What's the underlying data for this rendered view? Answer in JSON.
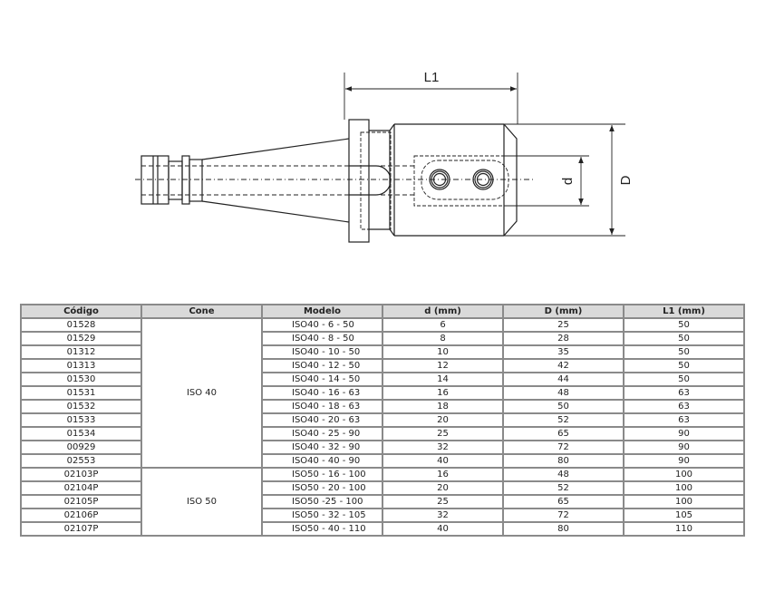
{
  "drawing": {
    "labels": {
      "L1": "L1",
      "d": "d",
      "D": "D"
    }
  },
  "table": {
    "headers": [
      "Código",
      "Cone",
      "Modelo",
      "d (mm)",
      "D (mm)",
      "L1 (mm)"
    ],
    "groups": [
      {
        "cone": "ISO 40",
        "rows": [
          [
            "01528",
            "ISO40 - 6 - 50",
            "6",
            "25",
            "50"
          ],
          [
            "01529",
            "ISO40 - 8 - 50",
            "8",
            "28",
            "50"
          ],
          [
            "01312",
            "ISO40 - 10 - 50",
            "10",
            "35",
            "50"
          ],
          [
            "01313",
            "ISO40 - 12 - 50",
            "12",
            "42",
            "50"
          ],
          [
            "01530",
            "ISO40 - 14 - 50",
            "14",
            "44",
            "50"
          ],
          [
            "01531",
            "ISO40 - 16 - 63",
            "16",
            "48",
            "63"
          ],
          [
            "01532",
            "ISO40 - 18 - 63",
            "18",
            "50",
            "63"
          ],
          [
            "01533",
            "ISO40 - 20 - 63",
            "20",
            "52",
            "63"
          ],
          [
            "01534",
            "ISO40 - 25 - 90",
            "25",
            "65",
            "90"
          ],
          [
            "00929",
            "ISO40 - 32 - 90",
            "32",
            "72",
            "90"
          ],
          [
            "02553",
            "ISO40 - 40 - 90",
            "40",
            "80",
            "90"
          ]
        ]
      },
      {
        "cone": "ISO 50",
        "rows": [
          [
            "02103P",
            "ISO50 - 16 - 100",
            "16",
            "48",
            "100"
          ],
          [
            "02104P",
            "ISO50 - 20 - 100",
            "20",
            "52",
            "100"
          ],
          [
            "02105P",
            "ISO50 -25 - 100",
            "25",
            "65",
            "100"
          ],
          [
            "02106P",
            "ISO50 - 32 - 105",
            "32",
            "72",
            "105"
          ],
          [
            "02107P",
            "ISO50 - 40 - 110",
            "40",
            "80",
            "110"
          ]
        ]
      }
    ]
  }
}
